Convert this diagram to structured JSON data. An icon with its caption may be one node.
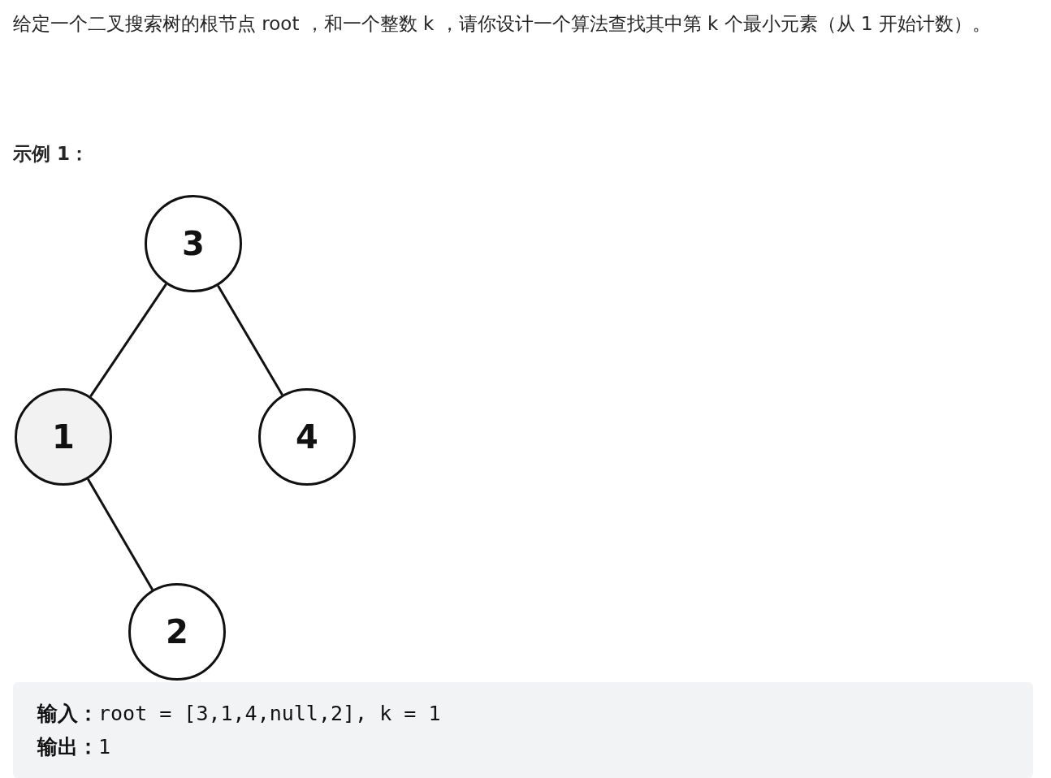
{
  "diagram": {
    "title": "给定一个二叉搜索树的根节点 root ，和一个整数 k ，请你设计一个算法查找其中第 k 个最小元素（从 1 开始计数）。",
    "nodes": [
      {
        "text": [
          "3"
        ]
      },
      {
        "text": [
          "1"
        ]
      },
      {
        "text": [
          "4"
        ]
      },
      {
        "text": [
          "2"
        ]
      }
    ],
    "edges": [
      {
        "from": 0,
        "to": 1,
        "arrow": "none"
      },
      {
        "from": 0,
        "to": 2,
        "arrow": "none"
      },
      {
        "from": 1,
        "to": 3,
        "arrow": "none"
      }
    ],
    "labels": [
      "示例 1：",
      "**输入：**root = [3,1,4,null,2], k = 1",
      "**输出：**1"
    ]
  }
}
